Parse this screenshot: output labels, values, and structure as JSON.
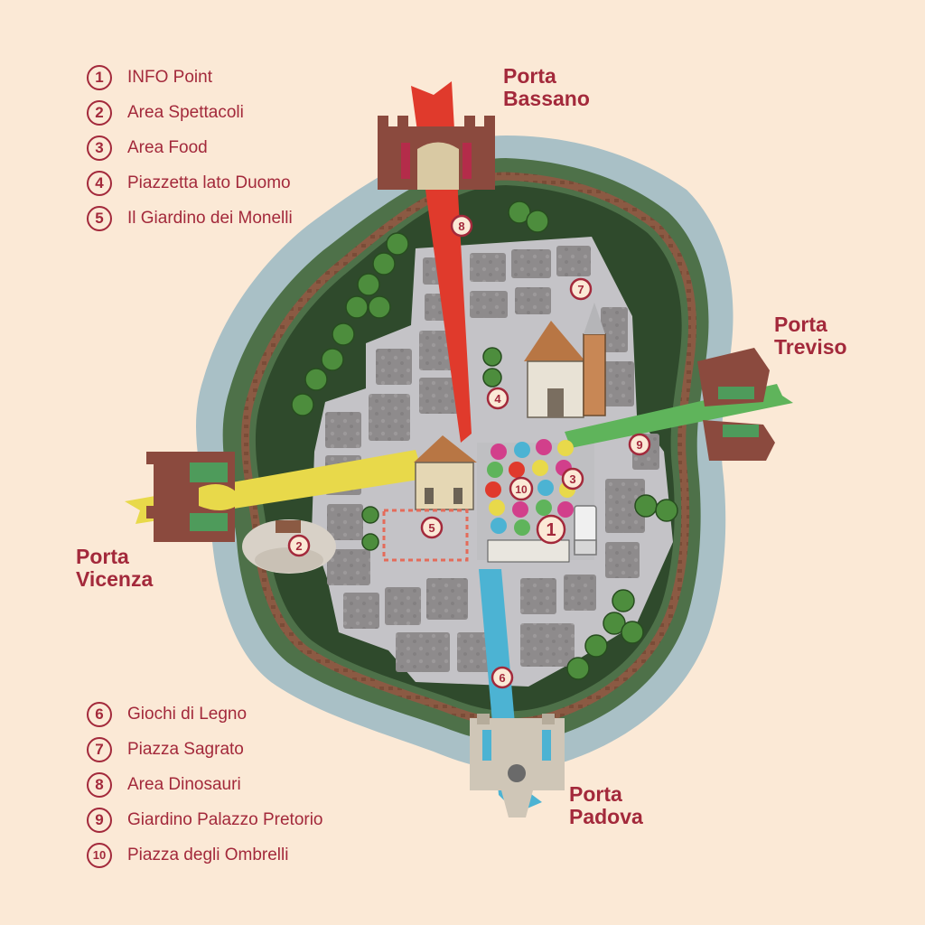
{
  "legend_top": [
    {
      "num": "1",
      "label": "INFO Point"
    },
    {
      "num": "2",
      "label": "Area Spettacoli"
    },
    {
      "num": "3",
      "label": "Area Food"
    },
    {
      "num": "4",
      "label": "Piazzetta lato Duomo"
    },
    {
      "num": "5",
      "label": "Il Giardino dei Monelli"
    }
  ],
  "legend_bottom": [
    {
      "num": "6",
      "label": "Giochi di Legno"
    },
    {
      "num": "7",
      "label": "Piazza Sagrato"
    },
    {
      "num": "8",
      "label": "Area Dinosauri"
    },
    {
      "num": "9",
      "label": "Giardino Palazzo Pretorio"
    },
    {
      "num": "10",
      "label": "Piazza degli Ombrelli"
    }
  ],
  "gates": {
    "bassano": {
      "line1": "Porta",
      "line2": "Bassano"
    },
    "treviso": {
      "line1": "Porta",
      "line2": "Treviso"
    },
    "vicenza": {
      "line1": "Porta",
      "line2": "Vicenza"
    },
    "padova": {
      "line1": "Porta",
      "line2": "Padova"
    }
  },
  "markers": {
    "m1": "1",
    "m2": "2",
    "m3": "3",
    "m4": "4",
    "m5": "5",
    "m6": "6",
    "m7": "7",
    "m8": "8",
    "m9": "9",
    "m10": "10"
  },
  "colors": {
    "background": "#fbe9d6",
    "accent": "#a3293b",
    "moat": "#a9c0c6",
    "green_ring": "#4e7149",
    "wall": "#8b5a43",
    "streets": "#c4c3c7",
    "blocks": "#8e8b8c",
    "arrow_bassano": "#e03a2c",
    "arrow_treviso": "#5fb45b",
    "arrow_vicenza": "#e8d94a",
    "arrow_padova": "#4cb3d3"
  },
  "icons": [
    "tower-gate-icon",
    "church-icon",
    "bell-tower-icon",
    "umbrella-icon",
    "tree-icon",
    "stage-icon",
    "palace-icon",
    "truck-icon"
  ]
}
